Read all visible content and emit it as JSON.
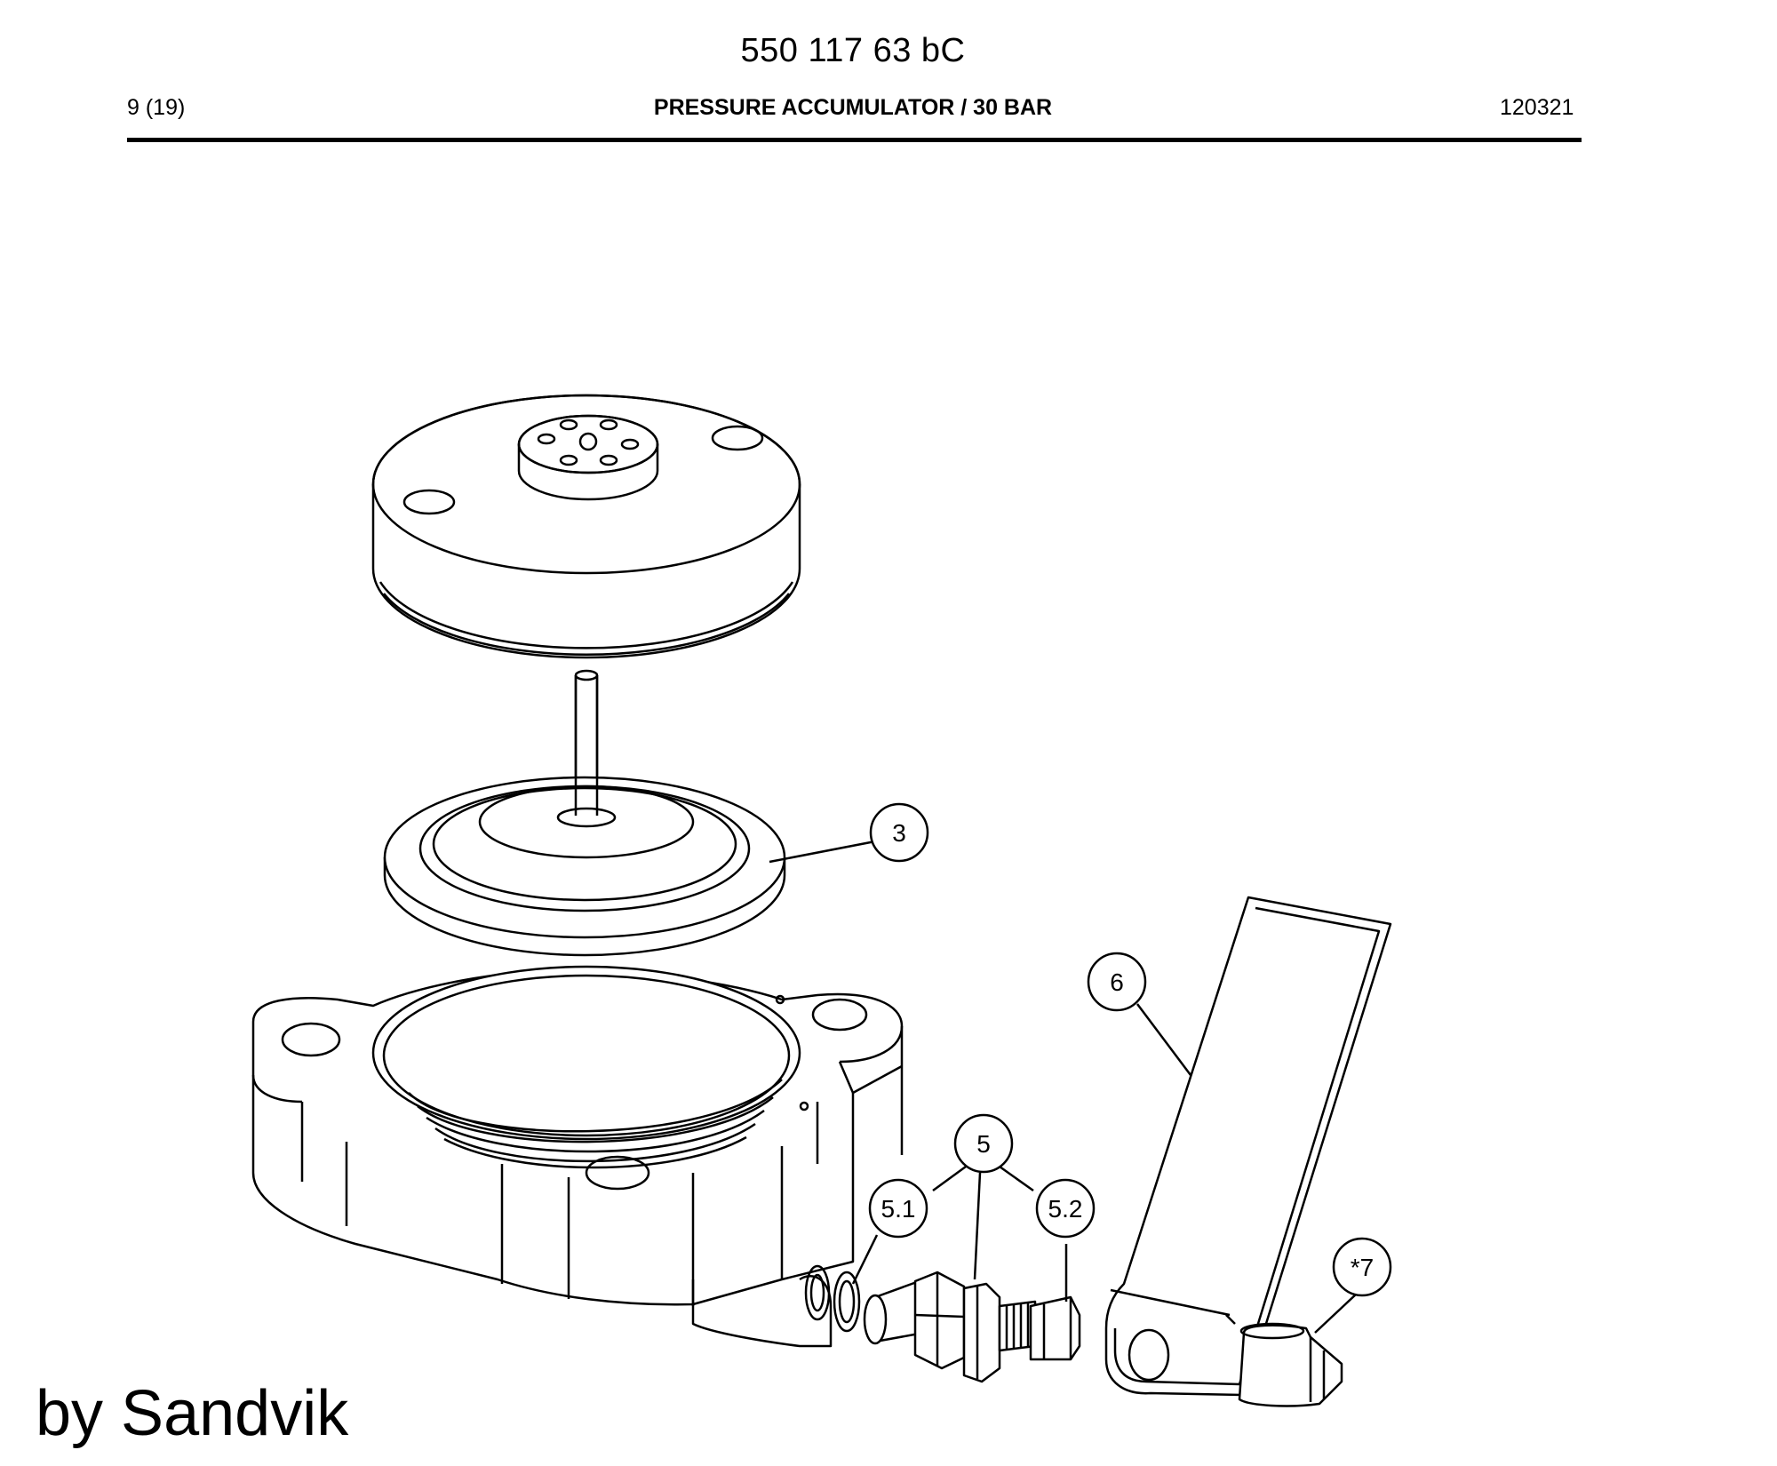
{
  "header": {
    "doc_number": "550 117 63 bC",
    "page_number": "9 (19)",
    "title": "PRESSURE ACCUMULATOR / 30 BAR",
    "date": "120321"
  },
  "callouts": {
    "c3": "3",
    "c5": "5",
    "c5_1": "5.1",
    "c5_2": "5.2",
    "c6": "6",
    "c7": "*7"
  },
  "watermark": "by Sandvik"
}
